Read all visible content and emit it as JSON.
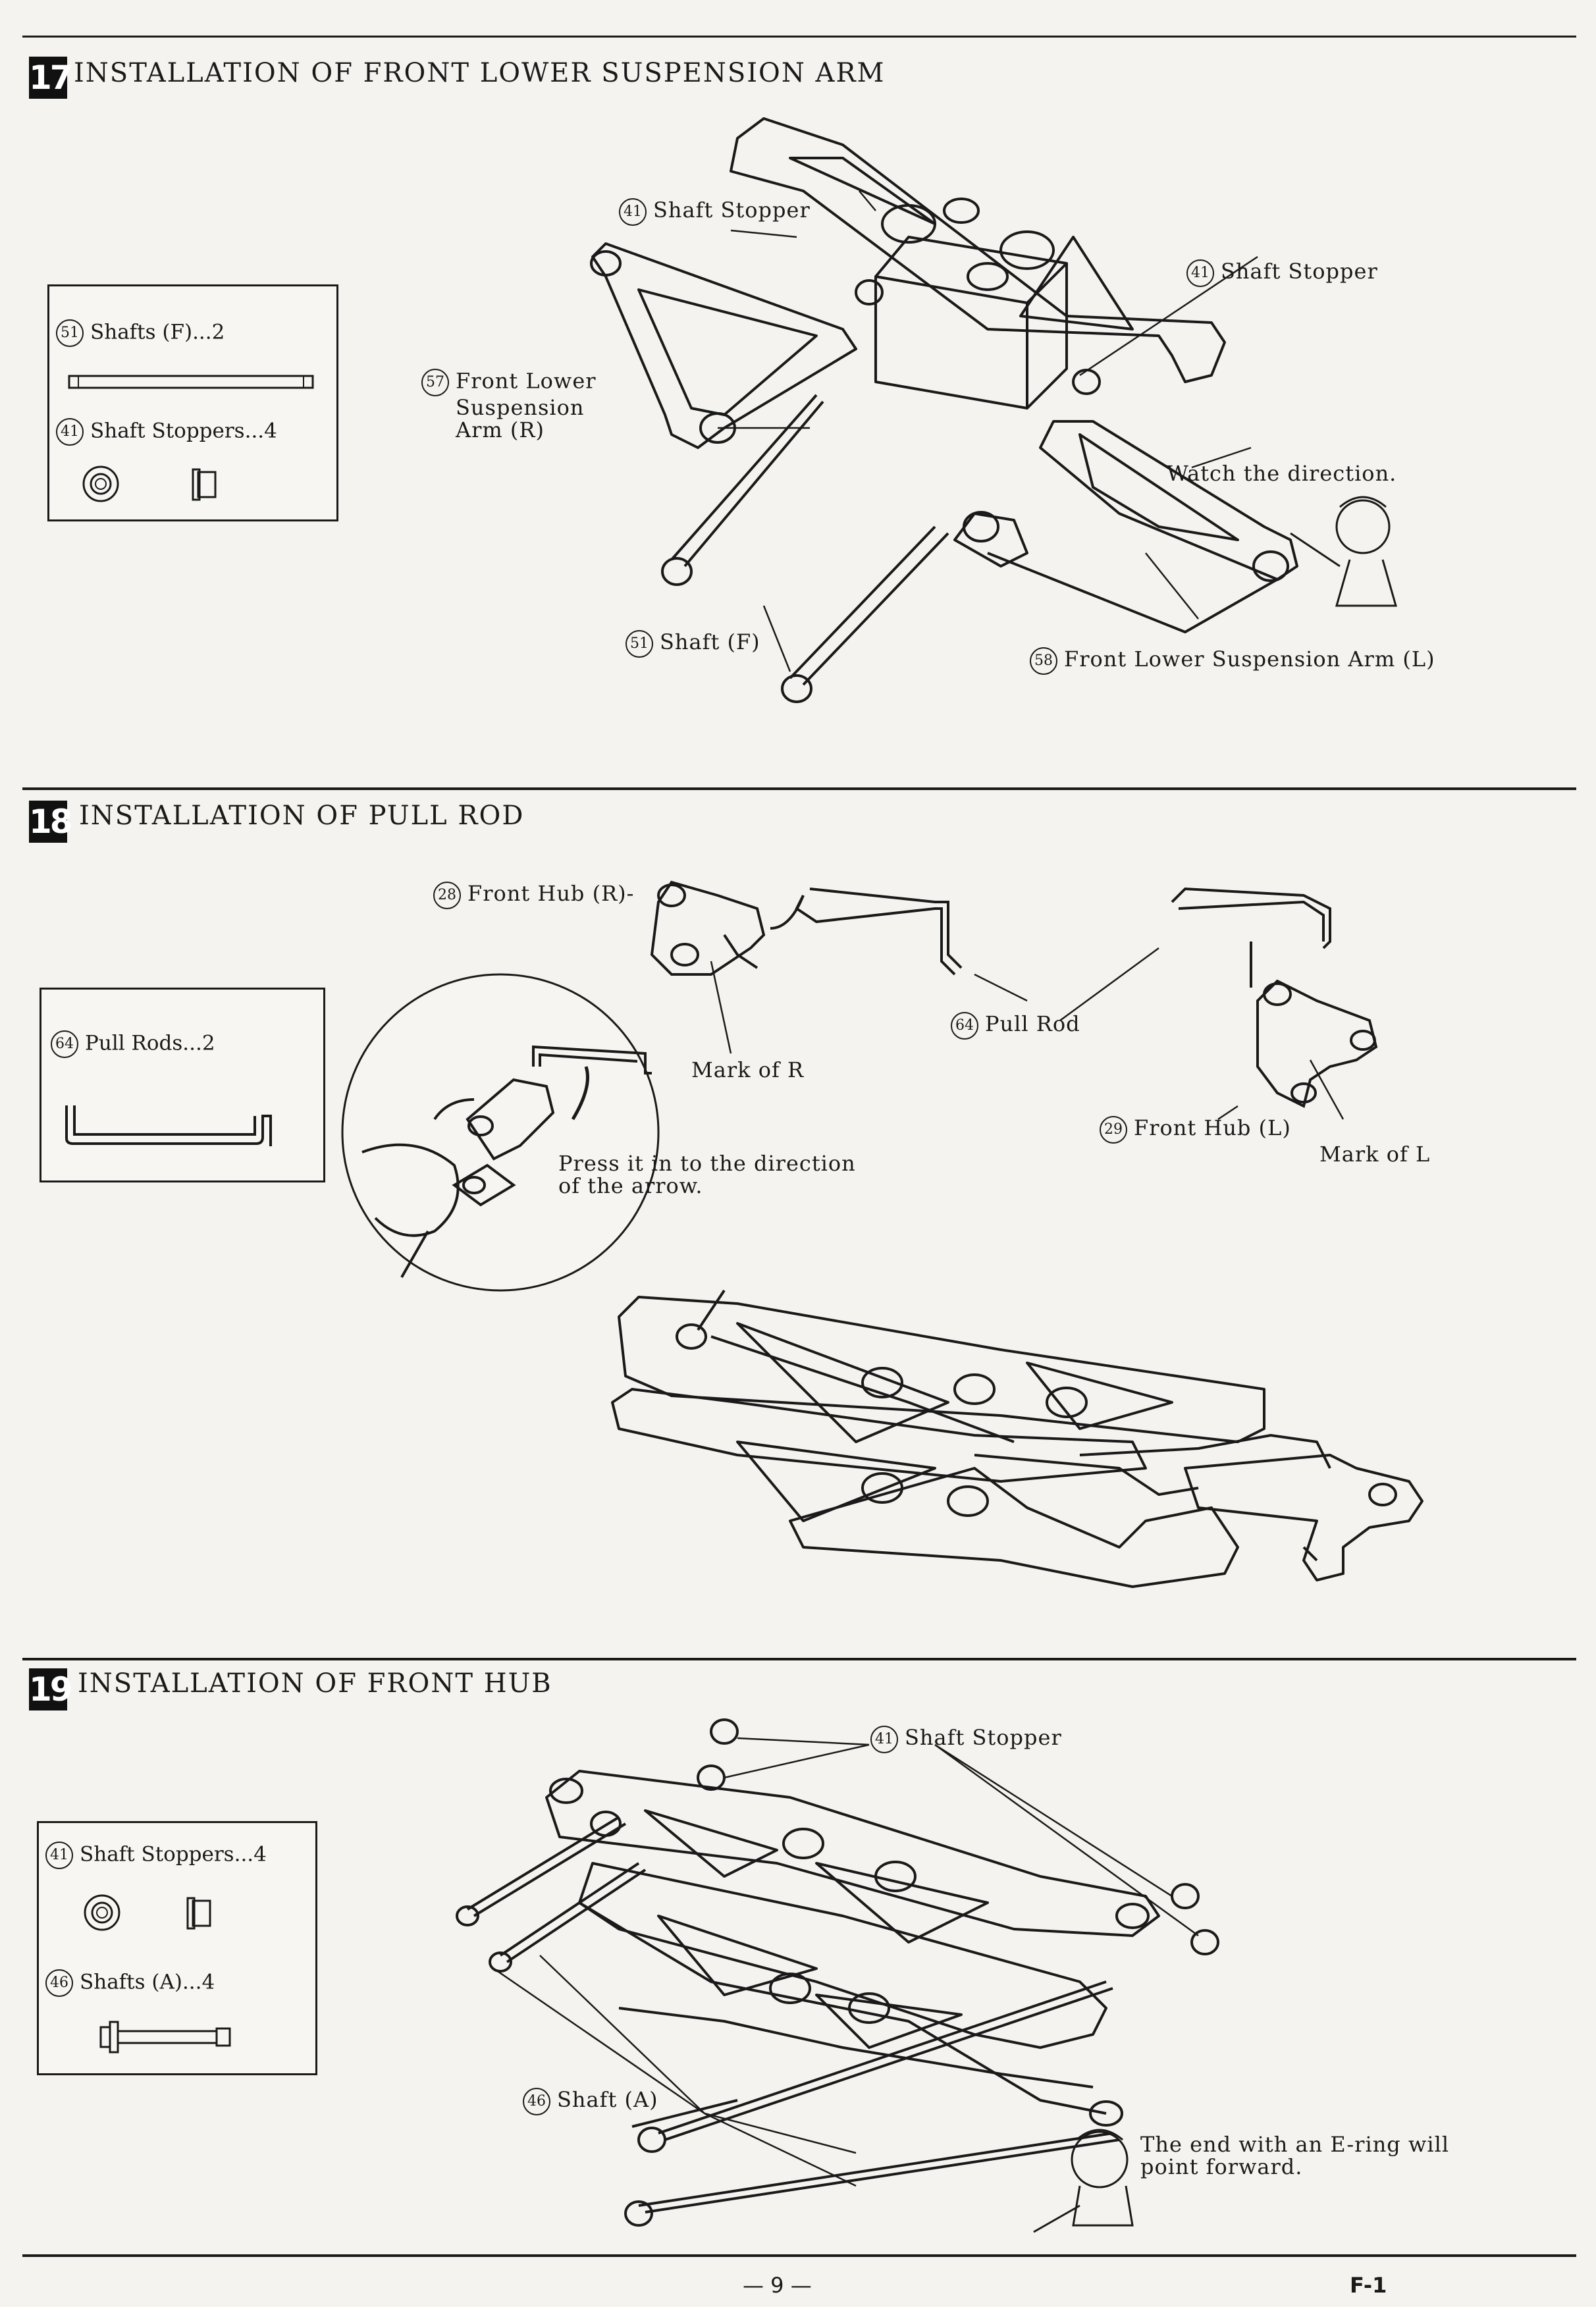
{
  "steps": [
    {
      "number": "17",
      "title": "INSTALLATION OF FRONT LOWER SUSPENSION ARM",
      "parts": [
        {
          "id": "51",
          "text": "Shafts (F)...2"
        },
        {
          "id": "41",
          "text": "Shaft Stoppers...4"
        }
      ],
      "labels": {
        "stopper_left": {
          "id": "41",
          "text": "Shaft Stopper"
        },
        "stopper_right": {
          "id": "41",
          "text": "Shaft Stopper"
        },
        "arm_r": {
          "id": "57",
          "text": "Front Lower",
          "line2": "Suspension",
          "line3": "Arm (R)"
        },
        "watch": "Watch the direction.",
        "shaft": {
          "id": "51",
          "text": "Shaft (F)"
        },
        "arm_l": {
          "id": "58",
          "text": "Front Lower Suspension Arm (L)"
        }
      }
    },
    {
      "number": "18",
      "title": "INSTALLATION OF PULL ROD",
      "parts": [
        {
          "id": "64",
          "text": "Pull Rods...2"
        }
      ],
      "labels": {
        "hub_r": {
          "id": "28",
          "text": "Front Hub (R)-"
        },
        "mark_r": "Mark of R",
        "pull_rod": {
          "id": "64",
          "text": "Pull Rod"
        },
        "hub_l": {
          "id": "29",
          "text": "Front Hub (L)"
        },
        "mark_l": "Mark of L",
        "press": "Press it in to the direction",
        "press2": "of the arrow."
      }
    },
    {
      "number": "19",
      "title": "INSTALLATION OF FRONT HUB",
      "parts": [
        {
          "id": "41",
          "text": "Shaft Stoppers...4"
        },
        {
          "id": "46",
          "text": "Shafts (A)...4"
        }
      ],
      "labels": {
        "stopper": {
          "id": "41",
          "text": "Shaft Stopper"
        },
        "shaft": {
          "id": "46",
          "text": "Shaft (A)"
        },
        "note": "The end with an E-ring will",
        "note2": "point forward."
      }
    }
  ],
  "footer": {
    "page": "— 9 —",
    "code": "F-1"
  }
}
